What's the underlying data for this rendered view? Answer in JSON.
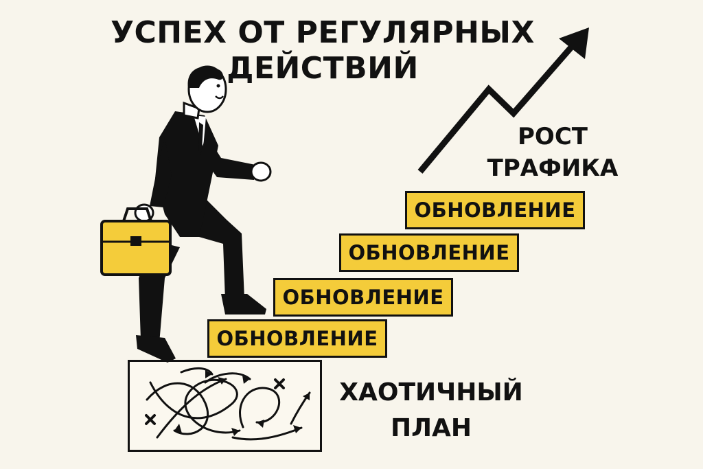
{
  "title": {
    "line1": "УСПЕХ ОТ РЕГУЛЯРНЫХ",
    "line2": "ДЕЙСТВИЙ"
  },
  "growth_label": {
    "line1": "РОСТ",
    "line2": "ТРАФИКА"
  },
  "steps": [
    {
      "label": "ОБНОВЛЕНИЕ"
    },
    {
      "label": "ОБНОВЛЕНИЕ"
    },
    {
      "label": "ОБНОВЛЕНИЕ"
    },
    {
      "label": "ОБНОВЛЕНИЕ"
    }
  ],
  "chaos_label": {
    "line1": "ХАОТИЧНЫЙ",
    "line2": "ПЛАН"
  },
  "colors": {
    "accent_yellow": "#f4cc3a",
    "ink": "#111111",
    "background": "#f8f5ec"
  },
  "icons": [
    "businessman-figure",
    "briefcase-icon",
    "trend-arrow-icon",
    "tangled-arrows-icon"
  ]
}
